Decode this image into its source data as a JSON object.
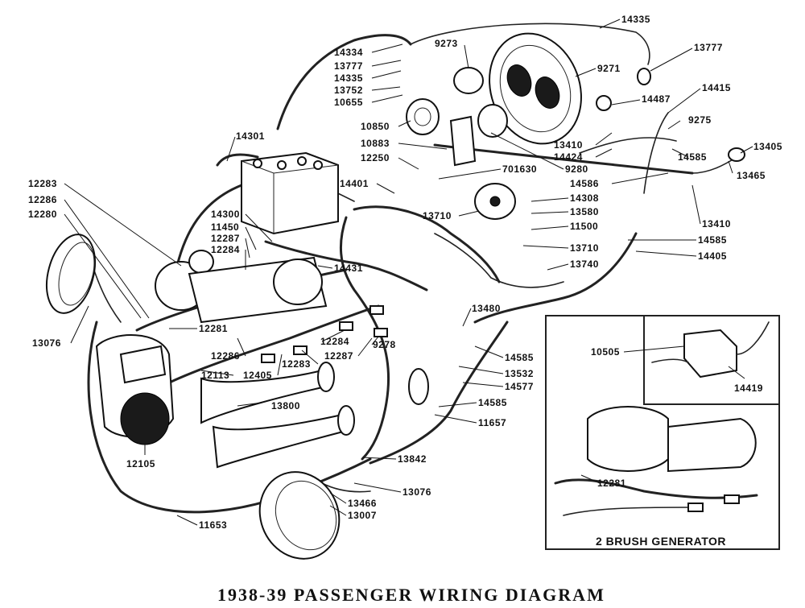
{
  "title": "1938-39 PASSENGER WIRING DIAGRAM",
  "inset": {
    "caption": "2 BRUSH GENERATOR"
  },
  "parts": {
    "p14335": "14335",
    "p13777a": "13777",
    "p14334": "14334",
    "p13777b": "13777",
    "p14335b": "14335",
    "p13752": "13752",
    "p10655": "10655",
    "p9273": "9273",
    "p9271": "9271",
    "p14415": "14415",
    "p14487": "14487",
    "p9275": "9275",
    "p13405": "13405",
    "p13465": "13465",
    "p14585a": "14585",
    "p13410a": "13410",
    "p14424": "14424",
    "p10850": "10850",
    "p10883": "10883",
    "p12250": "12250",
    "p14301": "14301",
    "p9280": "9280",
    "p14586": "14586",
    "p701630": "701630",
    "p14401": "14401",
    "p14308": "14308",
    "p13580": "13580",
    "p13710a": "13710",
    "p11500": "11500",
    "p13410b": "13410",
    "p14585b": "14585",
    "p13710b": "13710",
    "p14405": "14405",
    "p13740": "13740",
    "p12283a": "12283",
    "p12286a": "12286",
    "p12280": "12280",
    "p14300": "14300",
    "p11450": "11450",
    "p12287a": "12287",
    "p12284a": "12284",
    "p14431": "14431",
    "p13480": "13480",
    "p13076a": "13076",
    "p12281a": "12281",
    "p12286b": "12286",
    "p12113": "12113",
    "p12405": "12405",
    "p12283b": "12283",
    "p12284b": "12284",
    "p9278": "9278",
    "p12287b": "12287",
    "p14585c": "14585",
    "p13532": "13532",
    "p14577": "14577",
    "p14585d": "14585",
    "p11657": "11657",
    "p13800": "13800",
    "p12105": "12105",
    "p13842": "13842",
    "p13076b": "13076",
    "p13466": "13466",
    "p13007": "13007",
    "p11653": "11653",
    "p10505": "10505",
    "p14419": "14419",
    "p12281b": "12281"
  }
}
